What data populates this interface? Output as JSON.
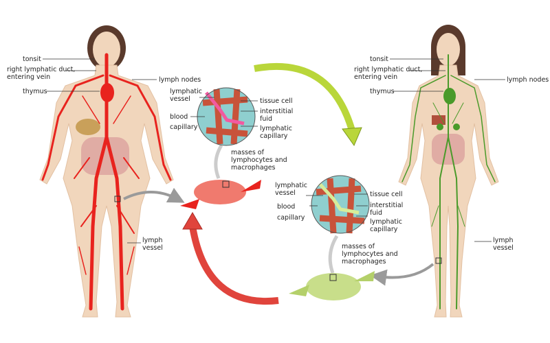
{
  "colors": {
    "infected": "#e8231e",
    "healthy": "#4a9a2a",
    "skin": "#f1d6bc",
    "hair": "#5a3a2c",
    "arrow_green": "#b9d63a",
    "arrow_red": "#e0443c",
    "arrow_grey": "#9a9a9a"
  },
  "left_figure": {
    "tonsil": "tonsit",
    "duct_line1": "right lymphatic duct,",
    "duct_line2": "entering vein",
    "thymus": "thymus",
    "lymph_nodes": "lymph nodes",
    "lymph_vessel_line1": "lymph",
    "lymph_vessel_line2": "vessel"
  },
  "right_figure": {
    "tonsil": "tonsit",
    "duct_line1": "right lymphatic duct,",
    "duct_line2": "entering vein",
    "thymus": "thymus",
    "lymph_nodes": "lymph nodes",
    "lymph_vessel_line1": "lymph",
    "lymph_vessel_line2": "vessel"
  },
  "top_detail": {
    "lymphatic_vessel_1": "lymphatic",
    "lymphatic_vessel_2": "vessel",
    "blood_capillary_1": "blood",
    "blood_capillary_2": "capillary",
    "tissue_cell": "tissue cell",
    "interstitial_1": "interstitial",
    "interstitial_2": "fuid",
    "lymphatic_capillary_1": "lymphatic",
    "lymphatic_capillary_2": "capillary",
    "masses_1": "masses of",
    "masses_2": "lymphocytes and",
    "masses_3": "macrophages"
  },
  "bottom_detail": {
    "lymphatic_vessel_1": "lymphatic",
    "lymphatic_vessel_2": "vessel",
    "blood_capillary_1": "blood",
    "blood_capillary_2": "capillary",
    "tissue_cell": "tissue cell",
    "interstitial_1": "interstitial",
    "interstitial_2": "fuid",
    "lymphatic_capillary_1": "lymphatic",
    "lymphatic_capillary_2": "capillary",
    "masses_1": "masses of",
    "masses_2": "lymphocytes and",
    "masses_3": "macrophages"
  }
}
